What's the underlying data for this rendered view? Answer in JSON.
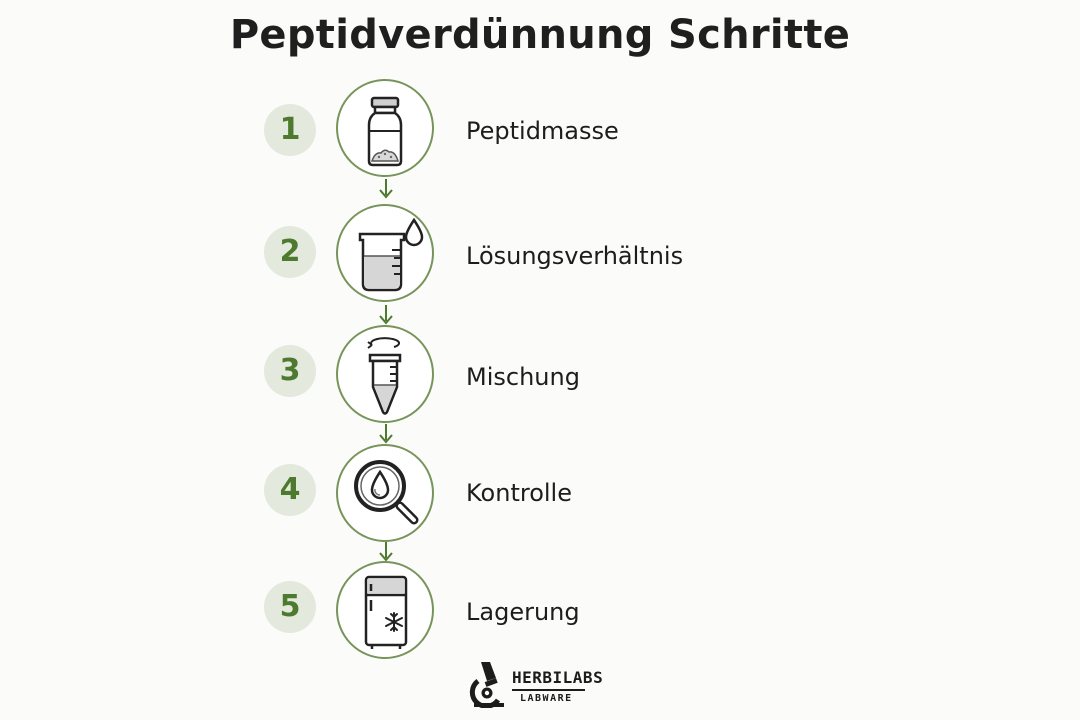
{
  "title": "Peptidverdünnung Schritte",
  "steps": [
    {
      "number": "1",
      "label": "Peptidmasse",
      "icon": "vial-icon"
    },
    {
      "number": "2",
      "label": "Lösungsverhältnis",
      "icon": "beaker-drop-icon"
    },
    {
      "number": "3",
      "label": "Mischung",
      "icon": "centrifuge-tube-icon"
    },
    {
      "number": "4",
      "label": "Kontrolle",
      "icon": "magnifier-drop-icon"
    },
    {
      "number": "5",
      "label": "Lagerung",
      "icon": "refrigerator-icon"
    }
  ],
  "brand": {
    "name": "HERBILABS",
    "tagline": "LABWARE",
    "icon": "microscope-icon"
  },
  "colors": {
    "accent": "#4e7a2f",
    "ring": "#77945a",
    "number_bg": "#e3e9dd",
    "text": "#1c1c1c",
    "background": "#fbfbfa"
  }
}
